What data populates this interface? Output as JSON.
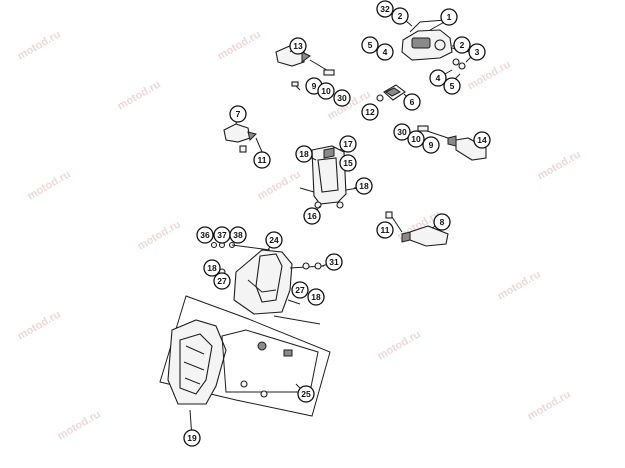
{
  "watermark": "motod.ru",
  "callouts": {
    "c1": "1",
    "c2a": "2",
    "c2b": "2",
    "c3": "3",
    "c4a": "4",
    "c4b": "4",
    "c5a": "5",
    "c5b": "5",
    "c6": "6",
    "c7": "7",
    "c8": "8",
    "c9a": "9",
    "c9b": "9",
    "c10a": "10",
    "c10b": "10",
    "c11a": "11",
    "c11b": "11",
    "c12": "12",
    "c13": "13",
    "c14": "14",
    "c15": "15",
    "c16": "16",
    "c17": "17",
    "c18a": "18",
    "c18b": "18",
    "c18c": "18",
    "c18d": "18",
    "c19": "19",
    "c24": "24",
    "c25": "25",
    "c27a": "27",
    "c27b": "27",
    "c30a": "30",
    "c30b": "30",
    "c31": "31",
    "c32": "32",
    "c36": "36",
    "c37": "37",
    "c38": "38"
  }
}
